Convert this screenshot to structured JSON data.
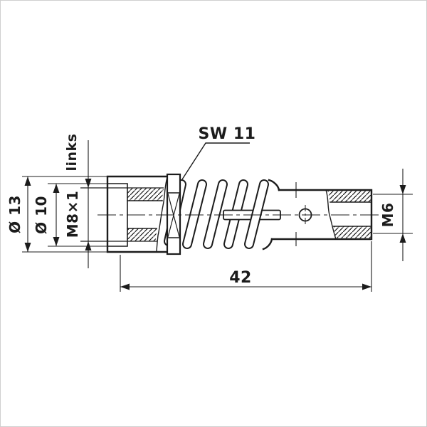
{
  "drawing": {
    "labels": {
      "direction_note": "links",
      "wrench_size": "SW 11",
      "outer_diameter": "Ø 13",
      "counterbore_diameter": "Ø 10",
      "left_thread": "M8×1",
      "right_thread": "M6",
      "overall_length": "42"
    },
    "colors": {
      "line": "#1c1c1c",
      "background": "#ffffff"
    }
  }
}
